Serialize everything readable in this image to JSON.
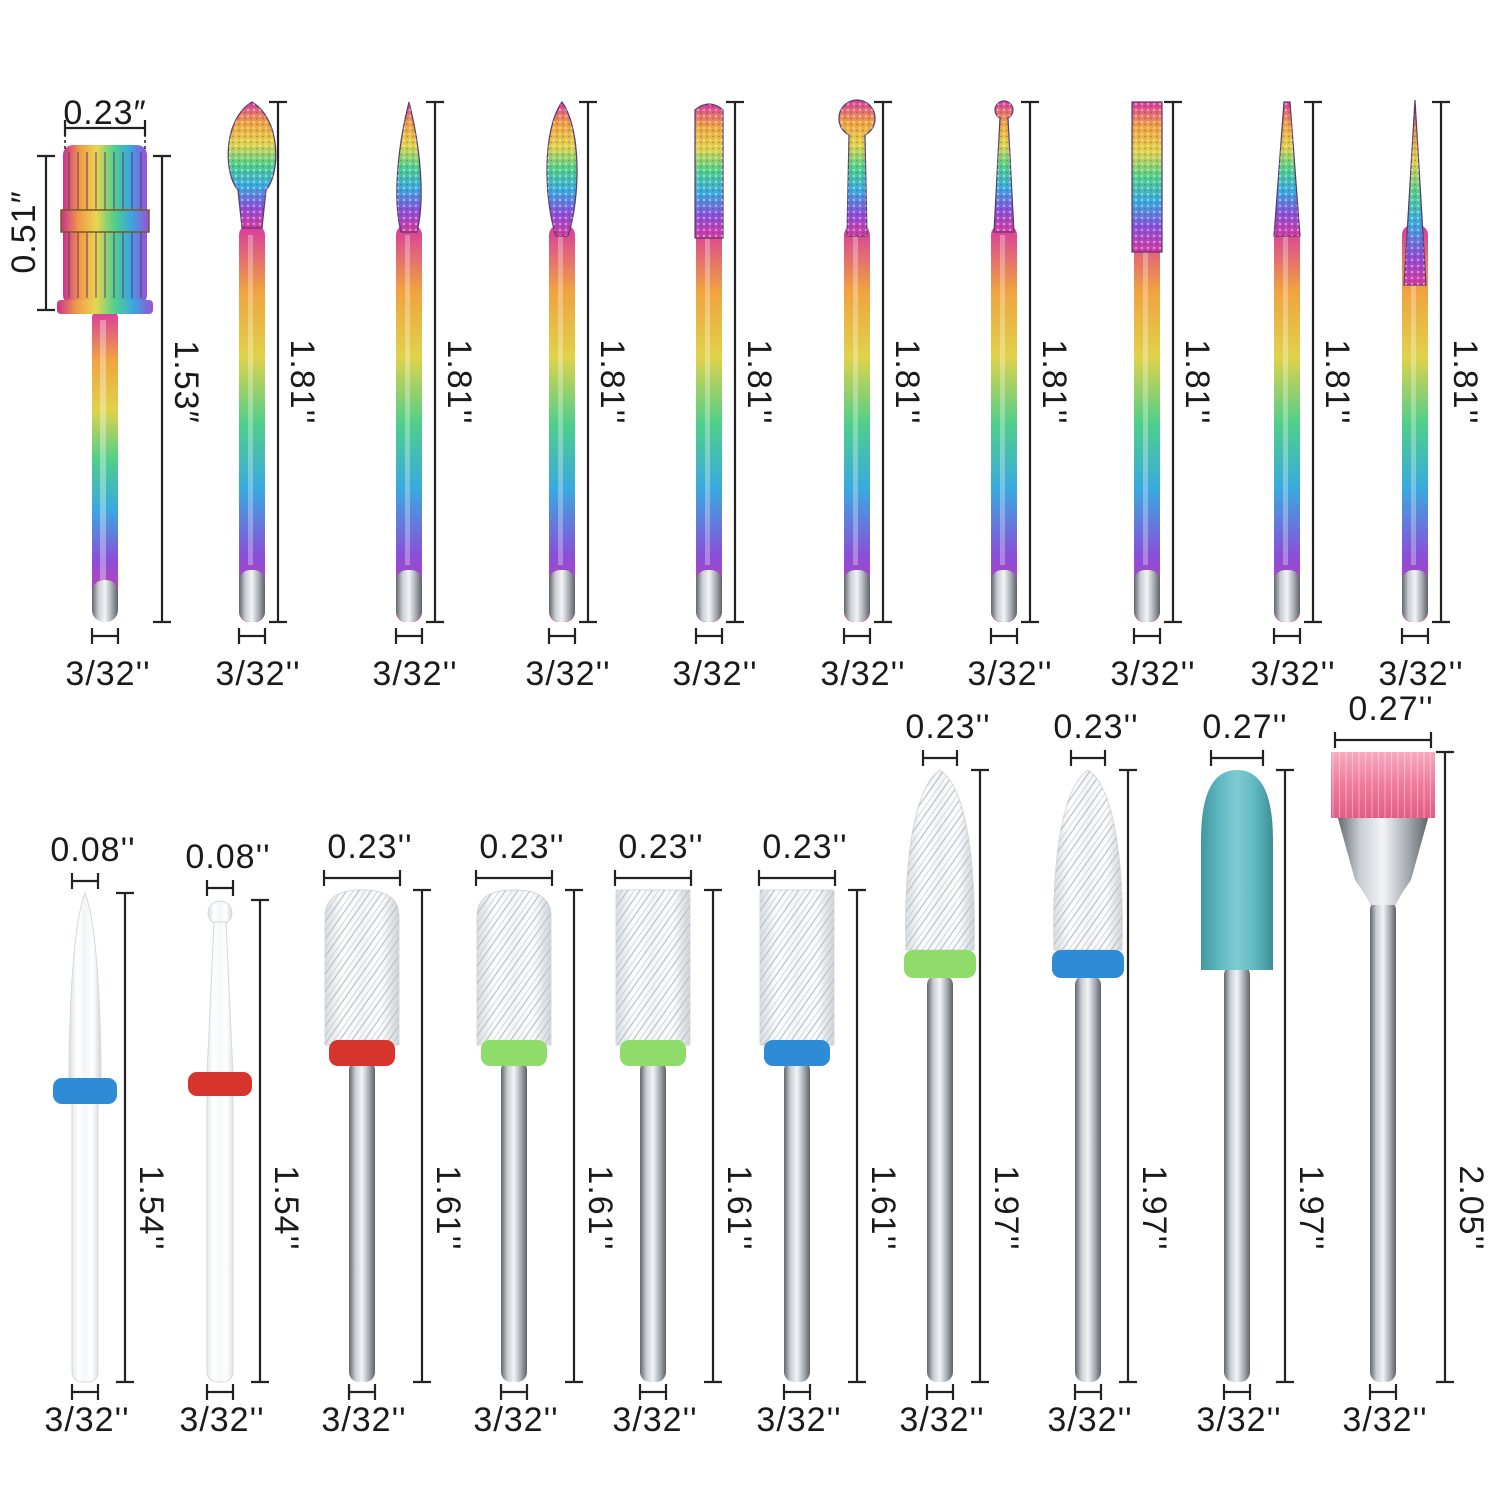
{
  "unit_mark": "''",
  "colors": {
    "rainbow": [
      "#d83aa0",
      "#f0a340",
      "#e0d24a",
      "#4fcf8a",
      "#39a9e0",
      "#8a4fd8",
      "#d83aa0"
    ],
    "ceramic": "#f4f6f7",
    "ring_blue": "#2e8bd6",
    "ring_red": "#d6342c",
    "ring_green": "#8fdc6a",
    "polisher": "#5fb8c0",
    "brush": "#f07a9c",
    "steel": "#9aa1a8",
    "dimension_line": "#222222"
  },
  "top_row": {
    "mandrel": {
      "name": "sanding-band-mandrel",
      "head_diameter": "0.23″",
      "head_height": "0.51″",
      "length": "1.53″",
      "shank": "3/32''"
    },
    "bits": [
      {
        "name": "flame-bit",
        "shape": "flame",
        "length": "1.81''",
        "shank": "3/32''"
      },
      {
        "name": "needle-flame-bit",
        "shape": "needle",
        "length": "1.81''",
        "shank": "3/32''"
      },
      {
        "name": "small-flame-bit",
        "shape": "smallflame",
        "length": "1.81''",
        "shank": "3/32''"
      },
      {
        "name": "cylinder-bit",
        "shape": "cylinder",
        "length": "1.81''",
        "shank": "3/32''"
      },
      {
        "name": "ball-bit",
        "shape": "ball",
        "length": "1.81''",
        "shank": "3/32''"
      },
      {
        "name": "small-ball-bit",
        "shape": "smallball",
        "length": "1.81''",
        "shank": "3/32''"
      },
      {
        "name": "long-cylinder-bit",
        "shape": "longcylinder",
        "length": "1.81''",
        "shank": "3/32''"
      },
      {
        "name": "cone-bit",
        "shape": "cone",
        "length": "1.81''",
        "shank": "3/32''"
      },
      {
        "name": "needle-cone-bit",
        "shape": "needlecone",
        "length": "1.81''",
        "shank": "3/32''"
      }
    ]
  },
  "bottom_row": {
    "bits": [
      {
        "name": "ceramic-needle-bit",
        "shape": "ceramic-needle",
        "ring": "ring_blue",
        "diameter": "0.08''",
        "length": "1.54''",
        "shank": "3/32''"
      },
      {
        "name": "ceramic-ball-bit",
        "shape": "ceramic-ball",
        "ring": "ring_red",
        "diameter": "0.08''",
        "length": "1.54''",
        "shank": "3/32''"
      },
      {
        "name": "ceramic-round-barrel-coarse",
        "shape": "ceramic-round-barrel",
        "ring": "ring_red",
        "diameter": "0.23''",
        "length": "1.61''",
        "shank": "3/32''"
      },
      {
        "name": "ceramic-round-barrel-medium",
        "shape": "ceramic-round-barrel",
        "ring": "ring_green",
        "diameter": "0.23''",
        "length": "1.61''",
        "shank": "3/32''"
      },
      {
        "name": "ceramic-barrel-medium",
        "shape": "ceramic-barrel",
        "ring": "ring_green",
        "diameter": "0.23''",
        "length": "1.61''",
        "shank": "3/32''"
      },
      {
        "name": "ceramic-barrel-fine",
        "shape": "ceramic-barrel",
        "ring": "ring_blue",
        "diameter": "0.23''",
        "length": "1.61''",
        "shank": "3/32''"
      },
      {
        "name": "ceramic-flame-medium",
        "shape": "ceramic-flame",
        "ring": "ring_green",
        "diameter": "0.23''",
        "length": "1.97''",
        "shank": "3/32''"
      },
      {
        "name": "ceramic-flame-fine",
        "shape": "ceramic-flame",
        "ring": "ring_blue",
        "diameter": "0.23''",
        "length": "1.97''",
        "shank": "3/32''"
      },
      {
        "name": "rubber-polisher-bit",
        "shape": "polisher",
        "ring": "",
        "diameter": "0.27''",
        "length": "1.97''",
        "shank": "3/32''"
      },
      {
        "name": "cleaning-brush-bit",
        "shape": "brush",
        "ring": "",
        "diameter": "0.27''",
        "length": "2.05''",
        "shank": "3/32''"
      }
    ]
  }
}
